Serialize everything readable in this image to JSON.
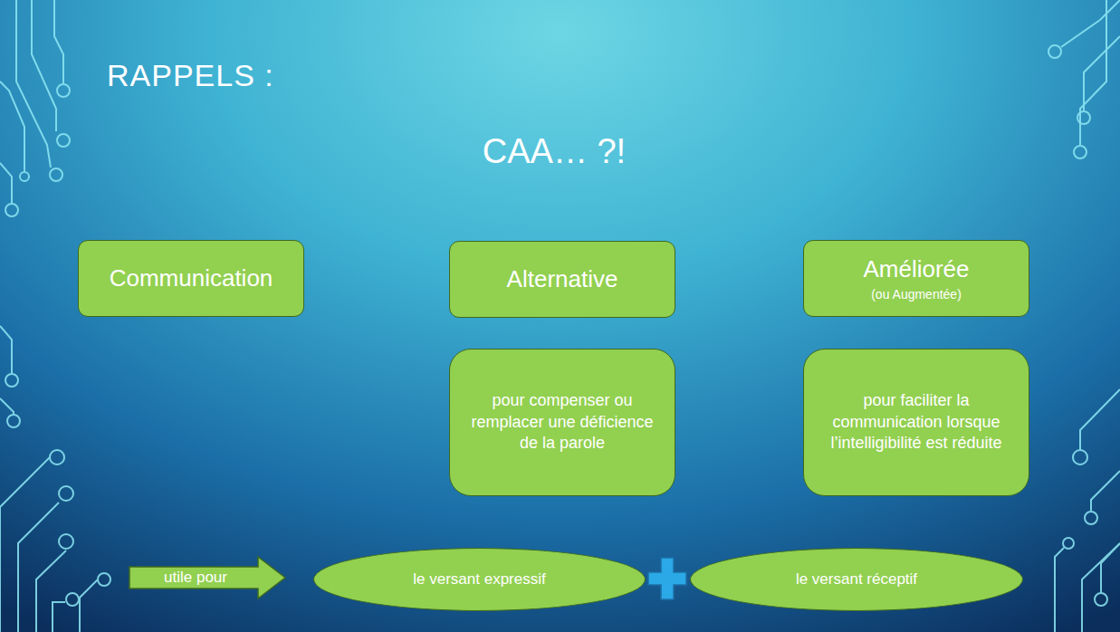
{
  "diagram": {
    "title": "RAPPELS :",
    "nodes": [
      {
        "text": [
          "Communication"
        ]
      },
      {
        "text": [
          "Alternative"
        ]
      },
      {
        "text": [
          "Améliorée",
          "(ou Augmentée)"
        ]
      },
      {
        "text": [
          "pour compenser ou remplacer une déficience de la parole"
        ]
      },
      {
        "text": [
          "pour faciliter la communication lorsque l’intelligibilité est réduite"
        ]
      },
      {
        "text": [
          "utile pour"
        ]
      },
      {
        "text": [
          "le versant expressif"
        ]
      },
      {
        "text": [
          "le versant réceptif"
        ]
      }
    ],
    "labels": [
      "CAA… ?!"
    ]
  }
}
